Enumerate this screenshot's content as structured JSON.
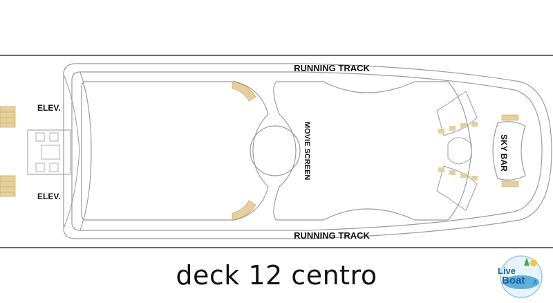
{
  "labels": {
    "running_track_top": "RUNNING TRACK",
    "running_track_bottom": "RUNNING TRACK",
    "elev_top": "ELEV.",
    "elev_bottom": "ELEV.",
    "movie_screen": "MOVIE SCREEN",
    "sky_bar": "SKY BAR"
  },
  "caption": "deck 12 centro",
  "logo": {
    "line1": "Live",
    "line2": "Boat",
    "suffix": ".it"
  },
  "colors": {
    "outline": "#9a9a9a",
    "seating": "#e6cf9a",
    "seating_dark": "#b89b5e",
    "border_line": "#3a3a3a",
    "text": "#111111"
  }
}
